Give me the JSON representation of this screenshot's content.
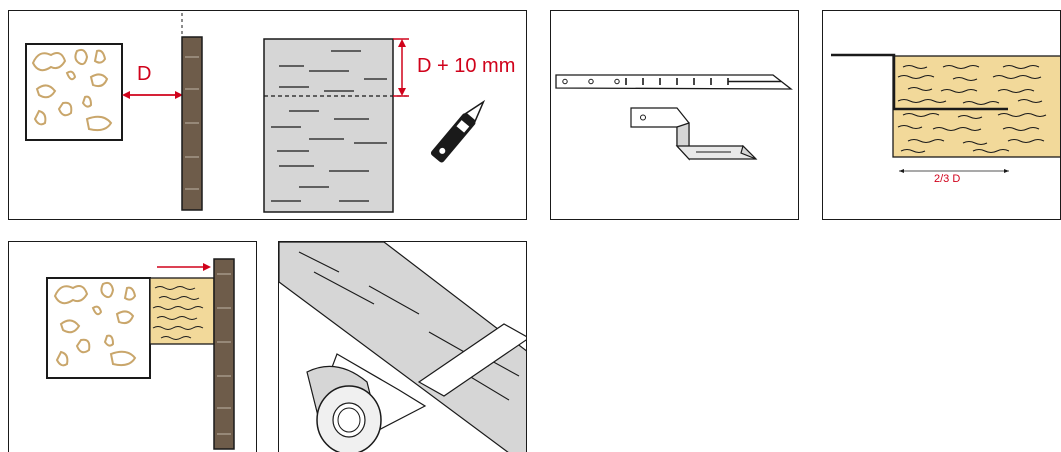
{
  "panels": {
    "measure": {
      "distance_label": "D",
      "cut_label": "D + 10 mm"
    },
    "fixing_strip": {},
    "insulation_fold": {
      "overlap_label": "2/3 D"
    },
    "push_insulation": {},
    "tape_roll": {}
  },
  "colors": {
    "annotation_red": "#d0021b",
    "insulation_fill": "#f2d99a",
    "stone_outline": "#c9a66b",
    "wood_batten": "#6e5c4a",
    "membrane_grey": "#d6d6d6"
  }
}
